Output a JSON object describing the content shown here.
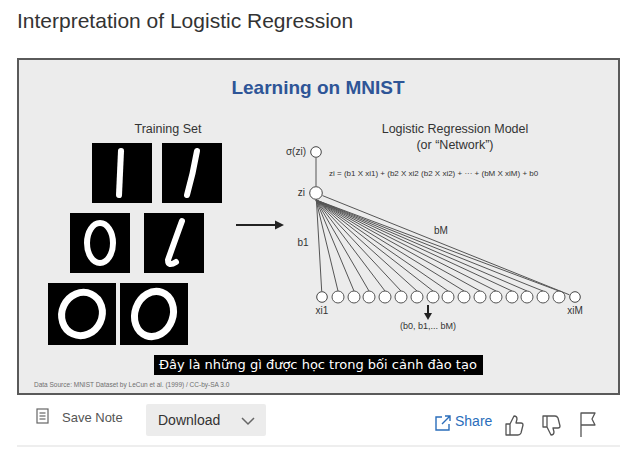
{
  "diagram": {
    "title": "Interpretation of Logistic Regression",
    "nodes": [
      {
        "text": [
          "σ(zi)"
        ]
      },
      {
        "text": [
          "zi"
        ]
      },
      {
        "text": [
          "xi1"
        ]
      },
      {
        "text": [
          "xiM"
        ]
      },
      {
        "text": [
          "Đây là những gì được học trong bối cảnh đào tạo"
        ]
      },
      {
        "text": [
          "Download"
        ]
      }
    ],
    "edges": [
      {
        "from": 0,
        "to": 1,
        "arrow": "none"
      },
      {
        "from": 1,
        "to": 2,
        "label": "b1",
        "arrow": "none"
      },
      {
        "from": 1,
        "to": 3,
        "label": "bM",
        "arrow": "none"
      }
    ],
    "labels": [
      "Learning on MNIST",
      "Training Set",
      "Logistic Regression Model",
      "(or “Network”)",
      "zi = (b1 X xi1) + (b2 X xi2 (b2 X xi2) + ··· + (bM X xiM) + b0",
      "(b0, b1,... bM)",
      "Data Source: MNIST Dataset by LeCun et al. (1999) / CC-by-SA 3.0",
      "Save Note",
      "Share"
    ]
  }
}
